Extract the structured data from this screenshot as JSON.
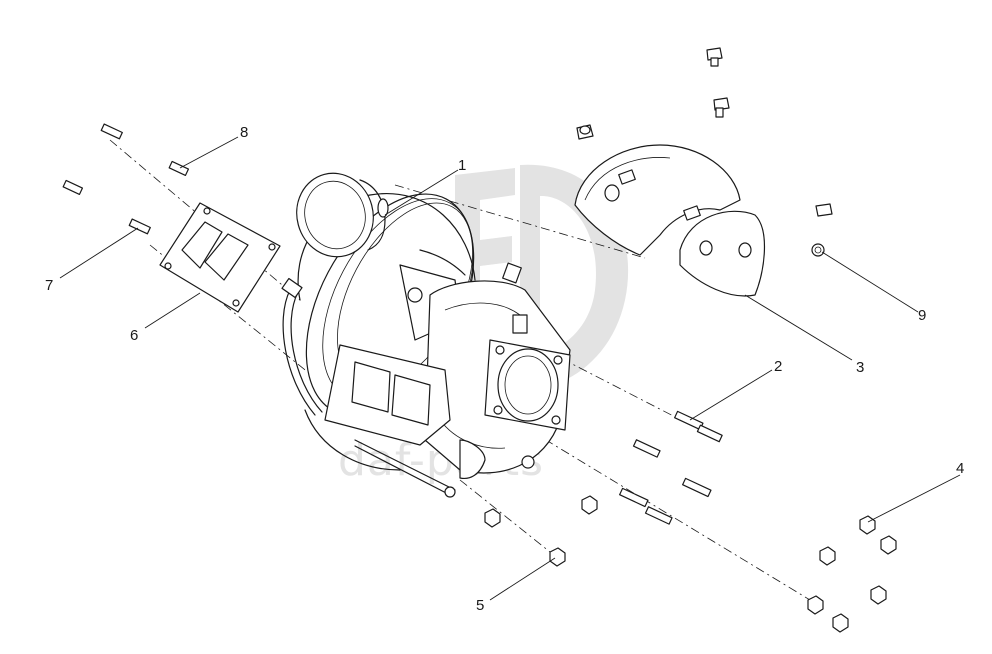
{
  "watermark": {
    "text": "daf-parts",
    "color": "#e3e3e3"
  },
  "callouts": [
    {
      "id": "1",
      "label": "1"
    },
    {
      "id": "2",
      "label": "2"
    },
    {
      "id": "3",
      "label": "3"
    },
    {
      "id": "4",
      "label": "4"
    },
    {
      "id": "5",
      "label": "5"
    },
    {
      "id": "6",
      "label": "6"
    },
    {
      "id": "7",
      "label": "7"
    },
    {
      "id": "8",
      "label": "8"
    },
    {
      "id": "9",
      "label": "9"
    }
  ],
  "colors": {
    "line": "#1a1a1a",
    "background": "#ffffff"
  }
}
